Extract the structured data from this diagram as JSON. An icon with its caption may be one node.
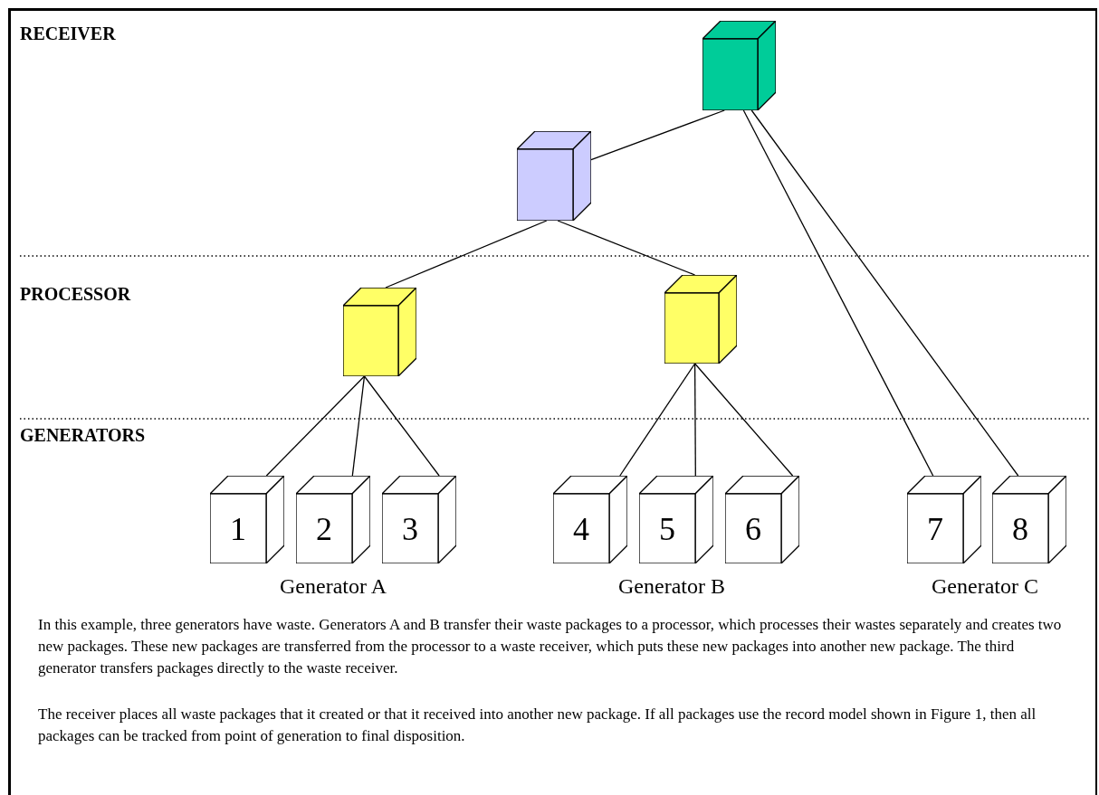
{
  "diagram": {
    "nodes": [
      {
        "text": [],
        "shape": "cube"
      },
      {
        "text": [],
        "shape": "cube"
      },
      {
        "text": [],
        "shape": "cube"
      },
      {
        "text": [],
        "shape": "cube"
      },
      {
        "text": [
          "1"
        ]
      },
      {
        "text": [
          "2"
        ]
      },
      {
        "text": [
          "3"
        ]
      },
      {
        "text": [
          "4"
        ]
      },
      {
        "text": [
          "5"
        ]
      },
      {
        "text": [
          "6"
        ]
      },
      {
        "text": [
          "7"
        ]
      },
      {
        "text": [
          "8"
        ]
      }
    ],
    "edges": [
      {
        "from": 1,
        "to": 0,
        "arrow": "none"
      },
      {
        "from": 2,
        "to": 1,
        "arrow": "none"
      },
      {
        "from": 3,
        "to": 1,
        "arrow": "none"
      },
      {
        "from": 4,
        "to": 2,
        "arrow": "none"
      },
      {
        "from": 5,
        "to": 2,
        "arrow": "none"
      },
      {
        "from": 6,
        "to": 2,
        "arrow": "none"
      },
      {
        "from": 7,
        "to": 3,
        "arrow": "none"
      },
      {
        "from": 8,
        "to": 3,
        "arrow": "none"
      },
      {
        "from": 9,
        "to": 3,
        "arrow": "none"
      },
      {
        "from": 10,
        "to": 0,
        "arrow": "none"
      },
      {
        "from": 11,
        "to": 0,
        "arrow": "none"
      }
    ],
    "labels": [
      "RECEIVER",
      "PROCESSOR",
      "GENERATORS",
      "Generator A",
      "Generator B",
      "Generator C",
      "In this example, three generators have waste. Generators A and B transfer their waste packages to a processor, which processes their wastes separately and creates two new packages. These new packages are transferred from the processor to a waste receiver, which puts these new packages into another new package. The third generator transfers packages directly to the waste receiver.",
      "The receiver places all waste packages that it created or that it received into another new package. If all packages use the record model shown in Figure 1, then all packages can be tracked from point of generation to final disposition."
    ]
  }
}
